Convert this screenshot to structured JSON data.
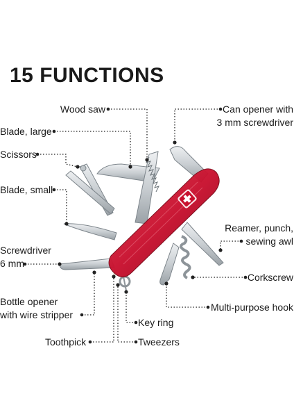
{
  "title": "15 FUNCTIONS",
  "labels": {
    "wood_saw": "Wood saw",
    "blade_large": "Blade, large",
    "scissors": "Scissors",
    "blade_small": "Blade, small",
    "screwdriver_line1": "Screwdriver",
    "screwdriver_line2": "6 mm",
    "bottle_line1": "Bottle opener",
    "bottle_line2": "with wire stripper",
    "toothpick": "Toothpick",
    "tweezers": "Tweezers",
    "key_ring": "Key ring",
    "can_line1": "Can opener with",
    "can_line2": "3 mm screwdriver",
    "reamer_line1": "Reamer, punch,",
    "reamer_line2": "sewing awl",
    "corkscrew": "Corkscrew",
    "multi_hook": "Multi-purpose hook"
  },
  "colors": {
    "handle_red": "#c8102e",
    "steel": "#cfd3d6",
    "leader": "#222222"
  },
  "icons": {
    "knife": "swiss-army-knife-illustration",
    "emblem": "swiss-cross-shield-icon"
  }
}
